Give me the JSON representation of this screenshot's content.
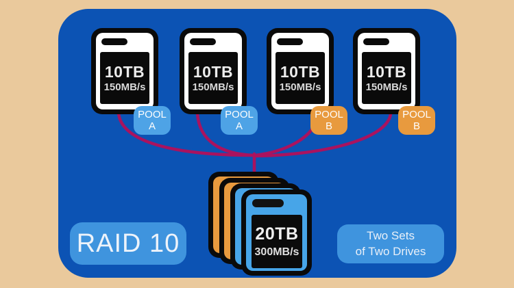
{
  "diagram": {
    "raid_label": "RAID 10",
    "note_line1": "Two Sets",
    "note_line2": "of Two Drives"
  },
  "drives": [
    {
      "capacity": "10TB",
      "speed": "150MB/s",
      "pool_line1": "POOL",
      "pool_line2": "A",
      "pool": "A"
    },
    {
      "capacity": "10TB",
      "speed": "150MB/s",
      "pool_line1": "POOL",
      "pool_line2": "A",
      "pool": "A"
    },
    {
      "capacity": "10TB",
      "speed": "150MB/s",
      "pool_line1": "POOL",
      "pool_line2": "B",
      "pool": "B"
    },
    {
      "capacity": "10TB",
      "speed": "150MB/s",
      "pool_line1": "POOL",
      "pool_line2": "B",
      "pool": "B"
    }
  ],
  "stack": {
    "capacity": "20TB",
    "speed": "300MB/s"
  },
  "colors": {
    "background": "#eac99c",
    "panel": "#0c53b4",
    "pool_a": "#4ea3e6",
    "pool_b": "#e89a3e",
    "stack_blue": "#47a5e8",
    "badge_blue": "#3f94de",
    "connector": "#a9135f"
  }
}
